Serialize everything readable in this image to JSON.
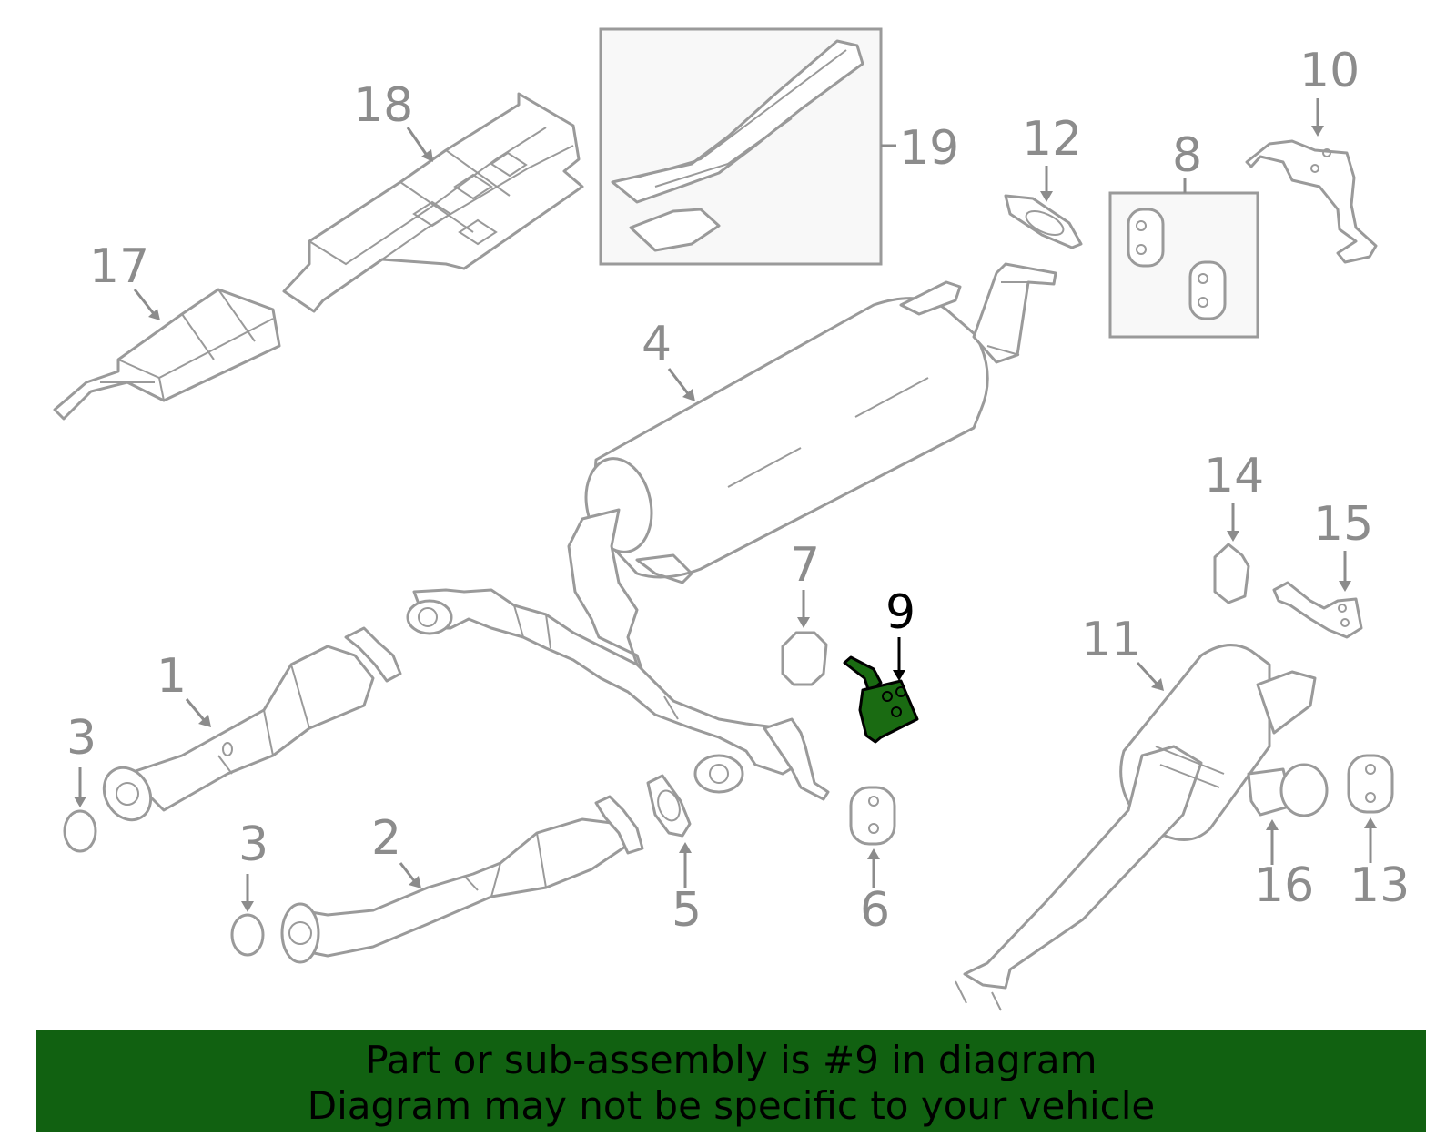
{
  "diagram": {
    "highlight_color": "#1a6b12",
    "highlighted_part": "9",
    "callouts": {
      "c1": "1",
      "c2": "2",
      "c3a": "3",
      "c3b": "3",
      "c4": "4",
      "c5": "5",
      "c6": "6",
      "c7": "7",
      "c8": "8",
      "c9": "9",
      "c10": "10",
      "c11": "11",
      "c12": "12",
      "c13": "13",
      "c14": "14",
      "c15": "15",
      "c16": "16",
      "c17": "17",
      "c18": "18",
      "c19": "19"
    }
  },
  "banner": {
    "background": "#116111",
    "line1": "Part or sub-assembly is #9 in diagram",
    "line2": "Diagram may not be specific to your vehicle"
  }
}
